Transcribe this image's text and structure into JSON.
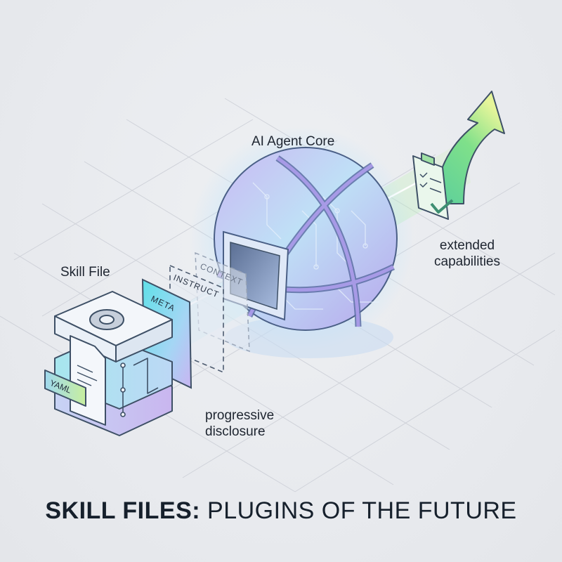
{
  "diagram": {
    "title": {
      "bold": "SKILL FILES:",
      "regular": "PLUGINS OF THE FUTURE"
    },
    "labels": {
      "skill_file": "Skill File",
      "agent_core": "AI Agent Core",
      "extended_line1": "extended",
      "extended_line2": "capabilities",
      "progressive_line1": "progressive",
      "progressive_line2": "disclosure"
    },
    "layers": {
      "meta": "META",
      "instruct": "INSTRUCT",
      "context": "CONTEXT"
    },
    "file_tag": "YAML",
    "icons": {
      "skill_file": "stacked-layers-gear-icon",
      "agent_core": "circuit-sphere-icon",
      "capabilities": "clipboard-check-arrow-icon"
    },
    "colors": {
      "background": "#e8eaee",
      "outline": "#3e5066",
      "sphere_blue": "#a9c8f0",
      "sphere_purple": "#b9a8ec",
      "cyan_glow": "#7fe3f0",
      "green_arrow": "#6fdc8c",
      "yellow_highlight": "#e9f59a",
      "text": "#1b222c"
    }
  }
}
